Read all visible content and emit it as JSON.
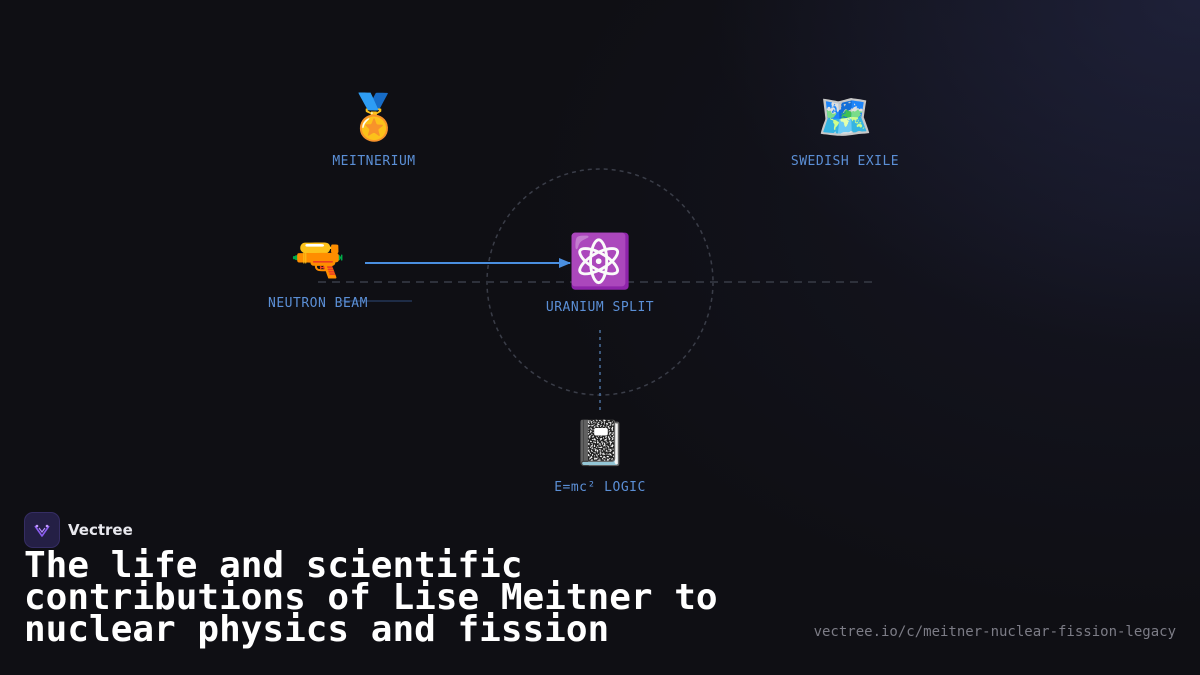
{
  "diagram": {
    "nodes": [
      {
        "id": "meitnerium",
        "icon": "🏅",
        "icon_name": "medal-icon",
        "label": "MEITNERIUM"
      },
      {
        "id": "swedish-exile",
        "icon": "🗺️",
        "icon_name": "map-icon",
        "label": "SWEDISH EXILE"
      },
      {
        "id": "neutron-beam",
        "icon": "🔫",
        "icon_name": "ray-gun-icon",
        "label": "NEUTRON BEAM"
      },
      {
        "id": "uranium-split",
        "icon": "⚛️",
        "icon_name": "atom-icon",
        "label": "URANIUM SPLIT"
      },
      {
        "id": "emc2-logic",
        "icon": "📓",
        "icon_name": "notebook-icon",
        "label": "E=mc² LOGIC"
      }
    ],
    "edges": [
      {
        "from": "neutron-beam",
        "to": "uranium-split",
        "style": "solid-arrow"
      },
      {
        "from": "uranium-split",
        "to": "emc2-logic",
        "style": "dotted"
      }
    ],
    "colors": {
      "accent": "#4a8fe0",
      "label": "#5b8fd6",
      "background": "#0f0f14"
    }
  },
  "brand": {
    "name": "Vectree",
    "logo_icon": "vectree-logo-icon"
  },
  "title": "The life and scientific contributions of Lise Meitner to nuclear physics and fission",
  "url": "vectree.io/c/meitner-nuclear-fission-legacy"
}
